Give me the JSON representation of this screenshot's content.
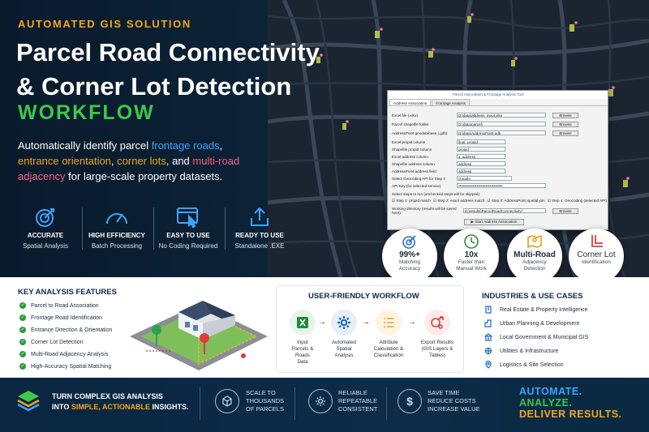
{
  "hero": {
    "kicker": "AUTOMATED GIS SOLUTION",
    "title_line1": "Parcel Road Connectivity",
    "title_line2": "& Corner Lot Detection",
    "workflow": "WORKFLOW",
    "desc": {
      "p1": "Automatically identify parcel ",
      "h1": "frontage roads",
      "p2": ", ",
      "h2": "entrance orientation",
      "p3": ", ",
      "h3": "corner lots",
      "p4": ", and ",
      "h4": "multi-road adjacency",
      "p5": " for large-scale property datasets."
    },
    "features": [
      {
        "title": "ACCURATE",
        "sub": "Spatial Analysis",
        "icon": "target-icon"
      },
      {
        "title": "HIGH EFFICIENCY",
        "sub": "Batch Processing",
        "icon": "speedometer-icon"
      },
      {
        "title": "EASY TO USE",
        "sub": "No Coding Required",
        "icon": "click-window-icon"
      },
      {
        "title": "READY TO USE",
        "sub": "Standalone .EXE",
        "icon": "share-upload-icon"
      }
    ]
  },
  "app": {
    "title": "Parcel Association & Frontage Analysis Tool",
    "tabs": [
      "Address Association",
      "Frontage Analysis"
    ],
    "rows": [
      {
        "label": "Excel file (.xlsx)",
        "value": "D:\\data\\address_input.xlsx",
        "button": "Browse"
      },
      {
        "label": "Parcel shapefile folder",
        "value": "D:\\data\\parcel\\",
        "button": "Browse"
      },
      {
        "label": "AddressPoint geodatabase (.gdb)",
        "value": "D:\\data\\AddressPoint.gdb",
        "button": "Browse"
      },
      {
        "label": "Excel propid column",
        "value": "final_propid"
      },
      {
        "label": "Shapefile propid column",
        "value": "propid"
      },
      {
        "label": "Excel address column",
        "value": "s_address"
      },
      {
        "label": "Shapefile address column",
        "value": "address"
      },
      {
        "label": "AddressPoint address field",
        "value": "address"
      },
      {
        "label": "Select Geocoding API for Step 4",
        "value": "Google"
      },
      {
        "label": "API Key (for selected service)",
        "value": "••••••••••••••••••••••••••••••••••"
      }
    ],
    "steps_label": "Select steps to run (unchecked steps will be skipped)",
    "steps": [
      "Step 1: propid match",
      "Step 2: exact address match",
      "Step 3: AddressPoint spatial join",
      "Step 4: Geocoding (selected API)"
    ],
    "workdir_label": "Working directory (results will be saved here)",
    "workdir_value": "D:\\results\\ParcelRoadConnectivity\\",
    "workdir_button": "Browse",
    "start_button": "Start Address Association"
  },
  "stats": [
    {
      "big": "99%+",
      "l1": "Matching",
      "l2": "Accuracy",
      "icon": "target-icon"
    },
    {
      "big": "10x",
      "l1": "Faster than",
      "l2": "Manual Work",
      "icon": "clock-icon"
    },
    {
      "big": "Multi-Road",
      "l1": "Adjacency",
      "l2": "Detection",
      "icon": "map-pin-icon"
    },
    {
      "big": "Corner Lot",
      "l1": "Identification",
      "l2": "",
      "icon": "corner-icon"
    }
  ],
  "key_features": {
    "title": "KEY ANALYSIS FEATURES",
    "items": [
      "Parcel to Road Association",
      "Frontage Road Identification",
      "Entrance Direction & Orientation",
      "Corner Lot Detection",
      "Multi-Road Adjacency Analysis",
      "High-Accuracy Spatial Matching"
    ]
  },
  "workflow": {
    "title": "USER-FRIENDLY WORKFLOW",
    "steps": [
      {
        "l1": "Input",
        "l2": "Parcels & Roads",
        "l3": "Data",
        "icon": "excel-icon",
        "bg": "#e8f6ea"
      },
      {
        "l1": "Automated",
        "l2": "Spatial",
        "l3": "Analysis",
        "icon": "gear-icon",
        "bg": "#e6f0fb"
      },
      {
        "l1": "Attribute",
        "l2": "Calculation &",
        "l3": "Classification",
        "icon": "list-icon",
        "bg": "#fff4e0"
      },
      {
        "l1": "Export Results",
        "l2": "(GIS Layers &",
        "l3": "Tables)",
        "icon": "export-icon",
        "bg": "#fdeaea"
      }
    ]
  },
  "industries": {
    "title": "INDUSTRIES & USE CASES",
    "items": [
      {
        "label": "Real Estate & Property Intelligence",
        "icon": "building-icon"
      },
      {
        "label": "Urban Planning & Development",
        "icon": "city-icon"
      },
      {
        "label": "Local Government & Municipal GIS",
        "icon": "government-icon"
      },
      {
        "label": "Utilities & Infrastructure",
        "icon": "utility-icon"
      },
      {
        "label": "Logistics & Site Selection",
        "icon": "location-icon"
      }
    ]
  },
  "bottom": {
    "line1": "TURN COMPLEX GIS ANALYSIS",
    "line2a": "INTO ",
    "line2b": "SIMPLE, ACTIONABLE",
    "line2c": " INSIGHTS.",
    "stats": [
      {
        "l1": "SCALE TO",
        "l2": "THOUSANDS",
        "l3": "OF PARCELS",
        "icon": "parcels-icon"
      },
      {
        "l1": "RELIABLE",
        "l2": "REPEATABLE",
        "l3": "CONSISTENT",
        "icon": "gear-icon"
      },
      {
        "l1": "SAVE TIME",
        "l2": "REDUCE COSTS",
        "l3": "INCREASE VALUE",
        "icon": "dollar-icon"
      }
    ],
    "slogan": [
      "AUTOMATE.",
      "ANALYZE.",
      "DELIVER RESULTS."
    ]
  },
  "colors": {
    "accent_orange": "#f4a51c",
    "accent_green": "#3fc84a",
    "accent_blue": "#3aa6ff",
    "navy": "#0b1f33"
  }
}
